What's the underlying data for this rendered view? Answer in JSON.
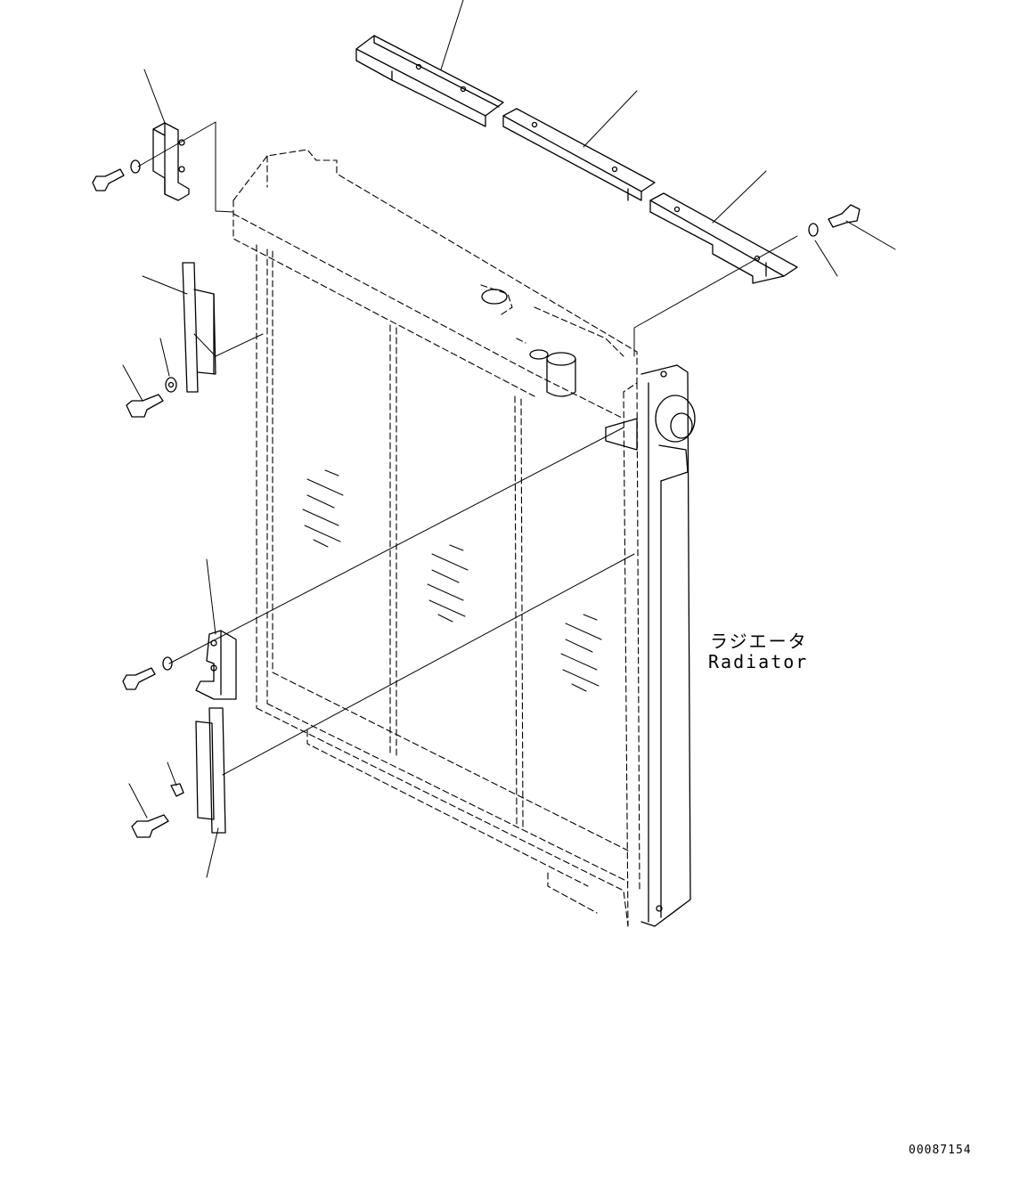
{
  "figure": {
    "callout_japanese": "ラジエータ",
    "callout_english": "Radiator",
    "drawing_number": "00087154"
  },
  "colors": {
    "ink": "#000000",
    "background": "#ffffff"
  }
}
